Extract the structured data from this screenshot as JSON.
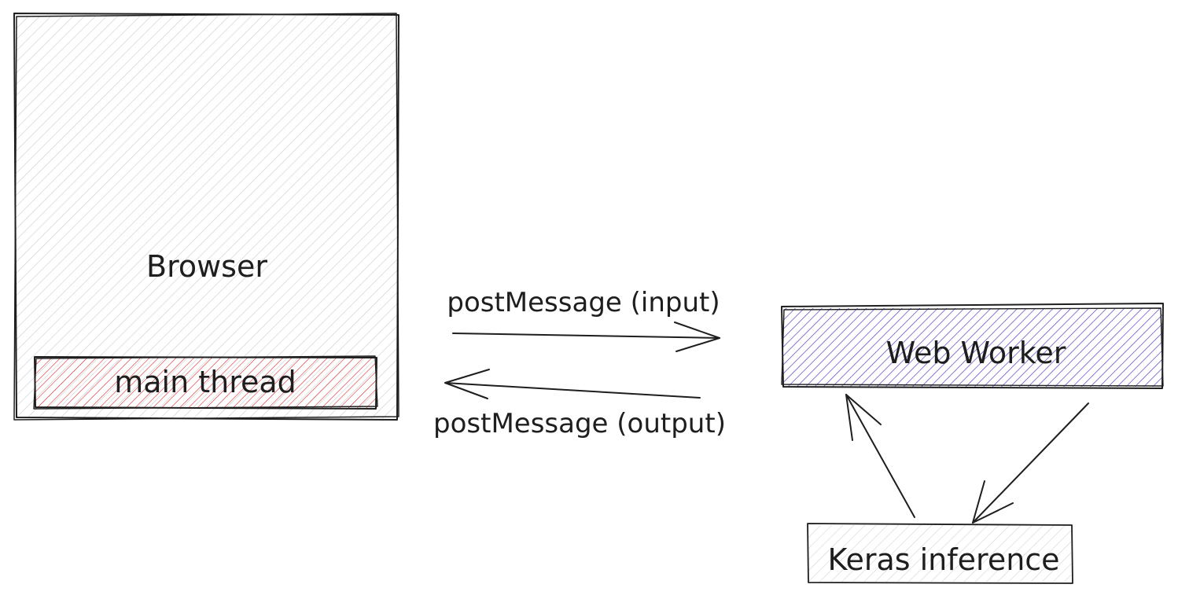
{
  "nodes": {
    "browser": {
      "label": "Browser",
      "fill": "#ced4da",
      "hatch": "#c6ccd2"
    },
    "main_thread": {
      "label": "main thread",
      "fill": "#ffc9c9",
      "hatch": "#e03131"
    },
    "web_worker": {
      "label": "Web Worker",
      "fill": "#d0bfff",
      "hatch": "#5f3dc4"
    },
    "keras_inference": {
      "label": "Keras inference",
      "fill": "#dee2e6",
      "hatch": "#adb5bd"
    }
  },
  "edges": {
    "post_input": {
      "label": "postMessage (input)"
    },
    "post_output": {
      "label": "postMessage (output)"
    }
  },
  "colors": {
    "stroke": "#1e1e1e",
    "background": "#ffffff"
  }
}
